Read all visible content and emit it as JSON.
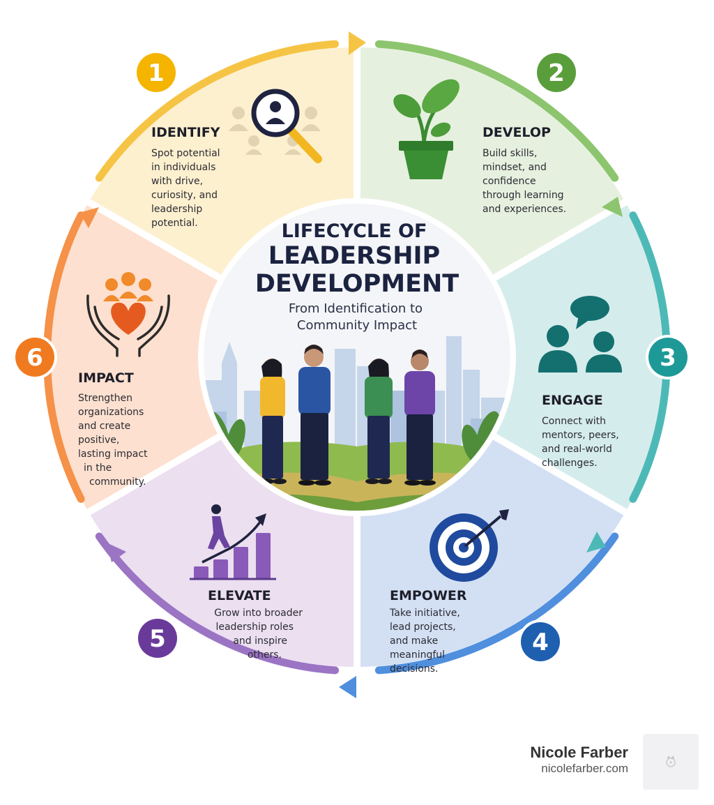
{
  "center": {
    "title_lines": [
      "LIFECYCLE OF",
      "LEADERSHIP",
      "DEVELOPMENT"
    ],
    "subtitle_lines": [
      "From Identification to",
      "Community Impact"
    ]
  },
  "stages": [
    {
      "number": "1",
      "title": "IDENTIFY",
      "description": [
        "Spot potential",
        "in individuals",
        "with drive,",
        "curiosity, and",
        "leadership",
        "potential."
      ],
      "color": "#f5b400",
      "fill": "#fdf0cf",
      "icon": "magnifier-person-icon"
    },
    {
      "number": "2",
      "title": "DEVELOP",
      "description": [
        "Build skills,",
        "mindset, and",
        "confidence",
        "through learning",
        "and experiences."
      ],
      "color": "#5a9e3c",
      "fill": "#e6f0df",
      "icon": "plant-pot-icon"
    },
    {
      "number": "3",
      "title": "ENGAGE",
      "description": [
        "Connect with",
        "mentors, peers,",
        "and real-world",
        "challenges."
      ],
      "color": "#1d9a98",
      "fill": "#d5ecec",
      "icon": "people-chat-icon"
    },
    {
      "number": "4",
      "title": "EMPOWER",
      "description": [
        "Take initiative,",
        "lead projects,",
        "and make",
        "meaningful",
        "decisions."
      ],
      "color": "#1f5fb0",
      "fill": "#d3e0f4",
      "icon": "target-arrow-icon"
    },
    {
      "number": "5",
      "title": "ELEVATE",
      "description": [
        "Grow into broader",
        "leadership roles",
        "and inspire",
        "others."
      ],
      "color": "#6a3a9a",
      "fill": "#ebdff0",
      "icon": "climbing-bars-icon"
    },
    {
      "number": "6",
      "title": "IMPACT",
      "description": [
        "Strengthen",
        "organizations",
        "and create",
        "positive,",
        "lasting impact",
        "in the",
        "community."
      ],
      "color": "#f07a20",
      "fill": "#fde0cf",
      "icon": "hands-heart-icon"
    }
  ],
  "brand": {
    "name": "Nicole Farber",
    "url": "nicolefarber.com"
  }
}
